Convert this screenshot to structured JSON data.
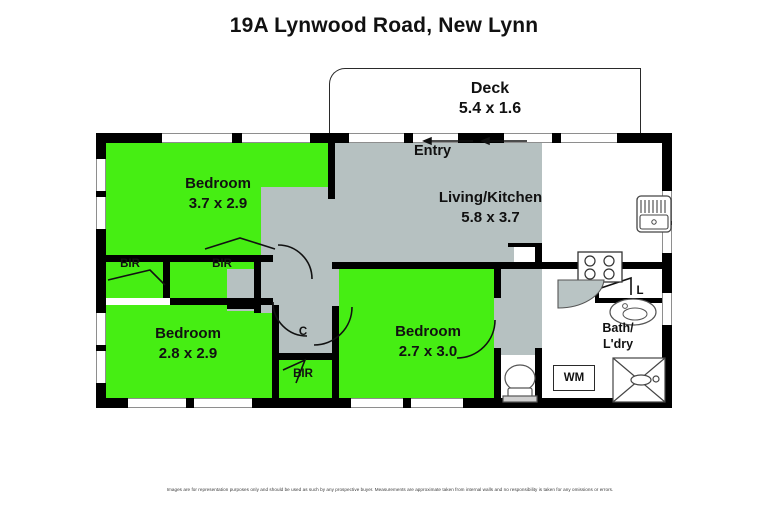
{
  "document": {
    "title": "19A Lynwood Road, New Lynn",
    "type": "residential-floor-plan",
    "disclaimer": "Images are for representation purposes only and should be used as such by any prospective buyer. Measurements are approximate taken from internal walls and no responsibility is taken for any omissions or errors."
  },
  "colors": {
    "bedroom_fill": "#46ee13",
    "living_fill": "#b6c1c1",
    "hallway_fill": "#b6c1c1",
    "wall": "#000000",
    "service_fill": "#ffffff",
    "page_background": "#ffffff",
    "text": "#111111"
  },
  "plan": {
    "deck": {
      "name": "Deck",
      "dimensions": "5.4 x 1.6",
      "label_line1": "Deck",
      "label_line2": "5.4 x 1.6"
    },
    "entry": {
      "label": "Entry",
      "arrows": 2,
      "arrow_direction": "left"
    },
    "rooms": [
      {
        "id": "bedroom-1",
        "name": "Bedroom",
        "dimensions": "3.7 x 2.9",
        "fill": "green"
      },
      {
        "id": "bedroom-2",
        "name": "Bedroom",
        "dimensions": "2.8 x 2.9",
        "fill": "green"
      },
      {
        "id": "bedroom-3",
        "name": "Bedroom",
        "dimensions": "2.7 x 3.0",
        "fill": "green"
      },
      {
        "id": "living-kitchen",
        "name": "Living/Kitchen",
        "dimensions": "5.8 x 3.7",
        "fill": "gray"
      },
      {
        "id": "bath-laundry",
        "name": "Bath/",
        "name2": "L'dry",
        "dimensions": "",
        "fill": "white"
      }
    ],
    "storage": [
      {
        "id": "bir-1",
        "label": "BIR",
        "fill": "green"
      },
      {
        "id": "bir-2",
        "label": "BIR",
        "fill": "green"
      },
      {
        "id": "bir-3",
        "label": "BIR",
        "fill": "green"
      },
      {
        "id": "cupboard",
        "label": "C",
        "fill": "gray"
      },
      {
        "id": "linen",
        "label": "L",
        "fill": "white"
      }
    ],
    "fixtures": [
      {
        "id": "washing-machine",
        "label": "WM"
      },
      {
        "id": "kitchen-sink",
        "label": ""
      },
      {
        "id": "cooktop",
        "label": ""
      },
      {
        "id": "toilet",
        "label": ""
      },
      {
        "id": "basin",
        "label": ""
      },
      {
        "id": "shower",
        "label": ""
      }
    ]
  },
  "labels": {
    "bedroom1_line1": "Bedroom",
    "bedroom1_line2": "3.7 x 2.9",
    "bedroom2_line1": "Bedroom",
    "bedroom2_line2": "2.8 x 2.9",
    "bedroom3_line1": "Bedroom",
    "bedroom3_line2": "2.7 x 3.0",
    "living_line1": "Living/Kitchen",
    "living_line2": "5.8 x 3.7",
    "bath_line1": "Bath/",
    "bath_line2": "L'dry",
    "bir1": "BIR",
    "bir2": "BIR",
    "bir3": "BIR",
    "cupboard": "C",
    "linen": "L",
    "wm": "WM",
    "entry": "Entry",
    "deck_name": "Deck",
    "deck_dims": "5.4 x 1.6"
  }
}
